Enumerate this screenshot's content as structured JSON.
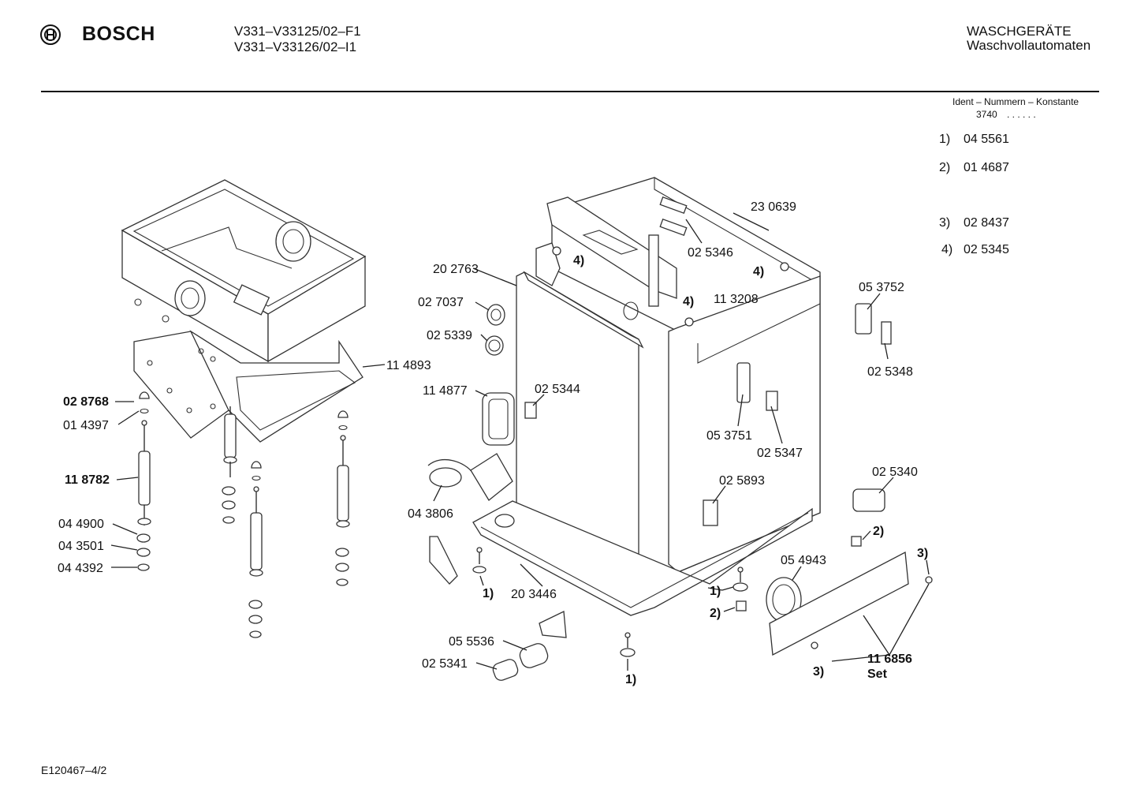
{
  "header": {
    "brand": "BOSCH",
    "models": [
      "V331–V33125/02–F1",
      "V331–V33126/02–I1"
    ],
    "category": "WASCHGERÄTE",
    "subcategory": "Waschvollautomaten"
  },
  "ident": {
    "label": "Ident – Nummern – Konstante",
    "number": "3740",
    "dots": ". .  . . . .",
    "constants": [
      {
        "key": "1)",
        "value": "04 5561"
      },
      {
        "key": "2)",
        "value": "01 4687"
      },
      {
        "key": "3)",
        "value": "02 8437"
      },
      {
        "key": "4)",
        "value": "02 5345"
      }
    ]
  },
  "footer": {
    "code": "E120467–4/2"
  },
  "parts": [
    {
      "id": "p230639",
      "text": "23 0639"
    },
    {
      "id": "p025346",
      "text": "02 5346"
    },
    {
      "id": "p202763",
      "text": "20 2763"
    },
    {
      "id": "p4a",
      "text": "4)"
    },
    {
      "id": "p4b",
      "text": "4)"
    },
    {
      "id": "p4c",
      "text": "4)"
    },
    {
      "id": "p113208",
      "text": "11 3208"
    },
    {
      "id": "p027037",
      "text": "02 7037"
    },
    {
      "id": "p025339",
      "text": "02 5339"
    },
    {
      "id": "p053752",
      "text": "05 3752"
    },
    {
      "id": "p025348",
      "text": "02 5348"
    },
    {
      "id": "p114893",
      "text": "11 4893"
    },
    {
      "id": "p114877",
      "text": "11 4877"
    },
    {
      "id": "p025344",
      "text": "02 5344"
    },
    {
      "id": "p028768",
      "text": "02 8768",
      "bold": true
    },
    {
      "id": "p014397",
      "text": "01 4397"
    },
    {
      "id": "p053751",
      "text": "05 3751"
    },
    {
      "id": "p025347",
      "text": "02 5347"
    },
    {
      "id": "p118782",
      "text": "11 8782",
      "bold": true
    },
    {
      "id": "p025893",
      "text": "02 5893"
    },
    {
      "id": "p025340",
      "text": "02 5340"
    },
    {
      "id": "p043806",
      "text": "04 3806"
    },
    {
      "id": "p044900",
      "text": "04 4900"
    },
    {
      "id": "p2a",
      "text": "2)"
    },
    {
      "id": "p043501",
      "text": "04 3501"
    },
    {
      "id": "p3a",
      "text": "3)"
    },
    {
      "id": "p044392",
      "text": "04 4392"
    },
    {
      "id": "p054943",
      "text": "05 4943"
    },
    {
      "id": "p1a",
      "text": "1)"
    },
    {
      "id": "p203446",
      "text": "20 3446"
    },
    {
      "id": "p1b",
      "text": "1)"
    },
    {
      "id": "p2b",
      "text": "2)"
    },
    {
      "id": "p055536",
      "text": "05 5536"
    },
    {
      "id": "p025341",
      "text": "02 5341"
    },
    {
      "id": "p116856",
      "text": "11 6856",
      "bold": true
    },
    {
      "id": "pset",
      "text": "Set",
      "bold": true
    },
    {
      "id": "p3b",
      "text": "3)"
    },
    {
      "id": "p1c",
      "text": "1)"
    }
  ]
}
